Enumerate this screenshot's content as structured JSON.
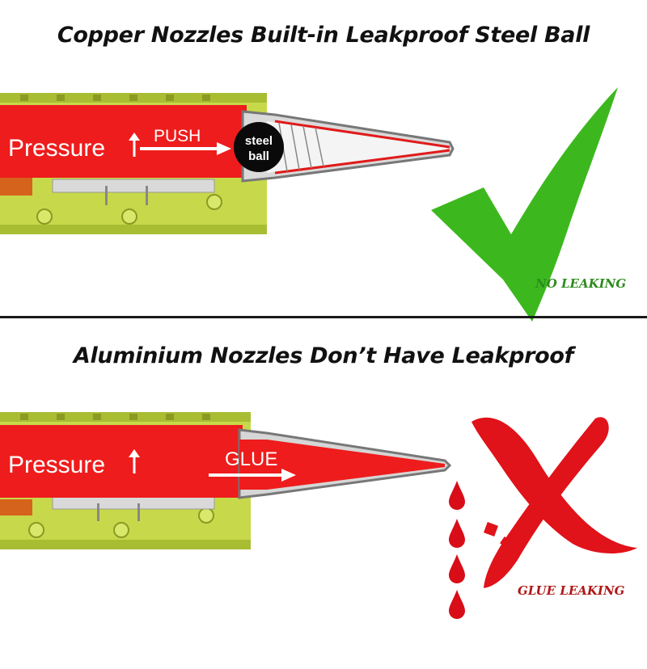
{
  "top": {
    "heading": "Copper Nozzles Built-in Leakproof Steel Ball",
    "pressure_label": "Pressure",
    "push_label": "PUSH",
    "ball_label_line1": "steel",
    "ball_label_line2": "ball",
    "status": "NO LEAKING",
    "status_icon": "check-mark-icon"
  },
  "bottom": {
    "heading": "Aluminium Nozzles Don’t Have Leakproof",
    "pressure_label": "Pressure",
    "glue_label": "GLUE",
    "status": "GLUE LEAKING",
    "status_icon": "cross-mark-icon"
  },
  "colors": {
    "pressure_red": "#ee1c1c",
    "gun_body": "#c7d94a",
    "check_green": "#3cb81e",
    "cross_red": "#e0121a",
    "drip_red": "#d80d18"
  }
}
